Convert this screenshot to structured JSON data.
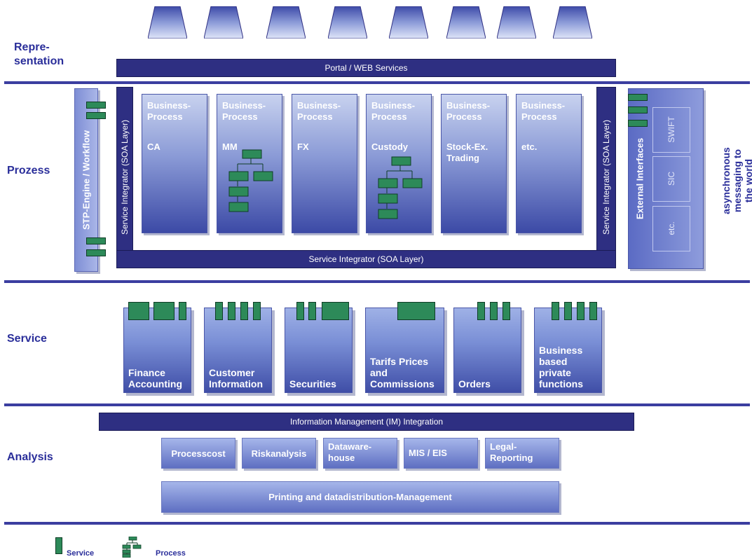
{
  "layers": {
    "representation": "Repre-\nsentation",
    "process": "Prozess",
    "service": "Service",
    "analysis": "Analysis"
  },
  "portal": "Portal / WEB Services",
  "stp_engine": "STP-Engine / Workflow",
  "service_integrator": "Service Integrator (SOA Layer)",
  "business_processes": [
    {
      "title": "Business-\nProcess",
      "name": "CA"
    },
    {
      "title": "Business-\nProcess",
      "name": "MM"
    },
    {
      "title": "Business-\nProcess",
      "name": "FX"
    },
    {
      "title": "Business-\nProcess",
      "name": "Custody"
    },
    {
      "title": "Business-\nProcess",
      "name": "Stock-Ex.\nTrading"
    },
    {
      "title": "Business-\nProcess",
      "name": "etc."
    }
  ],
  "external_interfaces": {
    "title": "External Interfaces",
    "items": [
      "SWIFT",
      "SIC",
      "etc."
    ]
  },
  "async_messaging": "asynchronous\nmessaging to the world",
  "services": [
    "Finance\nAccounting",
    "Customer\nInformation",
    "Securities",
    "Tarifs Prices\nand\nCommissions",
    "Orders",
    "Business\nbased\nprivate\nfunctions"
  ],
  "im_integration": "Information Management (IM) Integration",
  "analysis_boxes": [
    "Processcost",
    "Riskanalysis",
    "Dataware-\nhouse",
    "MIS / EIS",
    "Legal-\nReporting"
  ],
  "printing": "Printing and datadistribution-Management",
  "legend": {
    "service": "Service",
    "process": "Process"
  },
  "colors": {
    "accent": "#2a2e9a",
    "dark_bar": "#2e2f82",
    "green": "#2d8a59"
  }
}
